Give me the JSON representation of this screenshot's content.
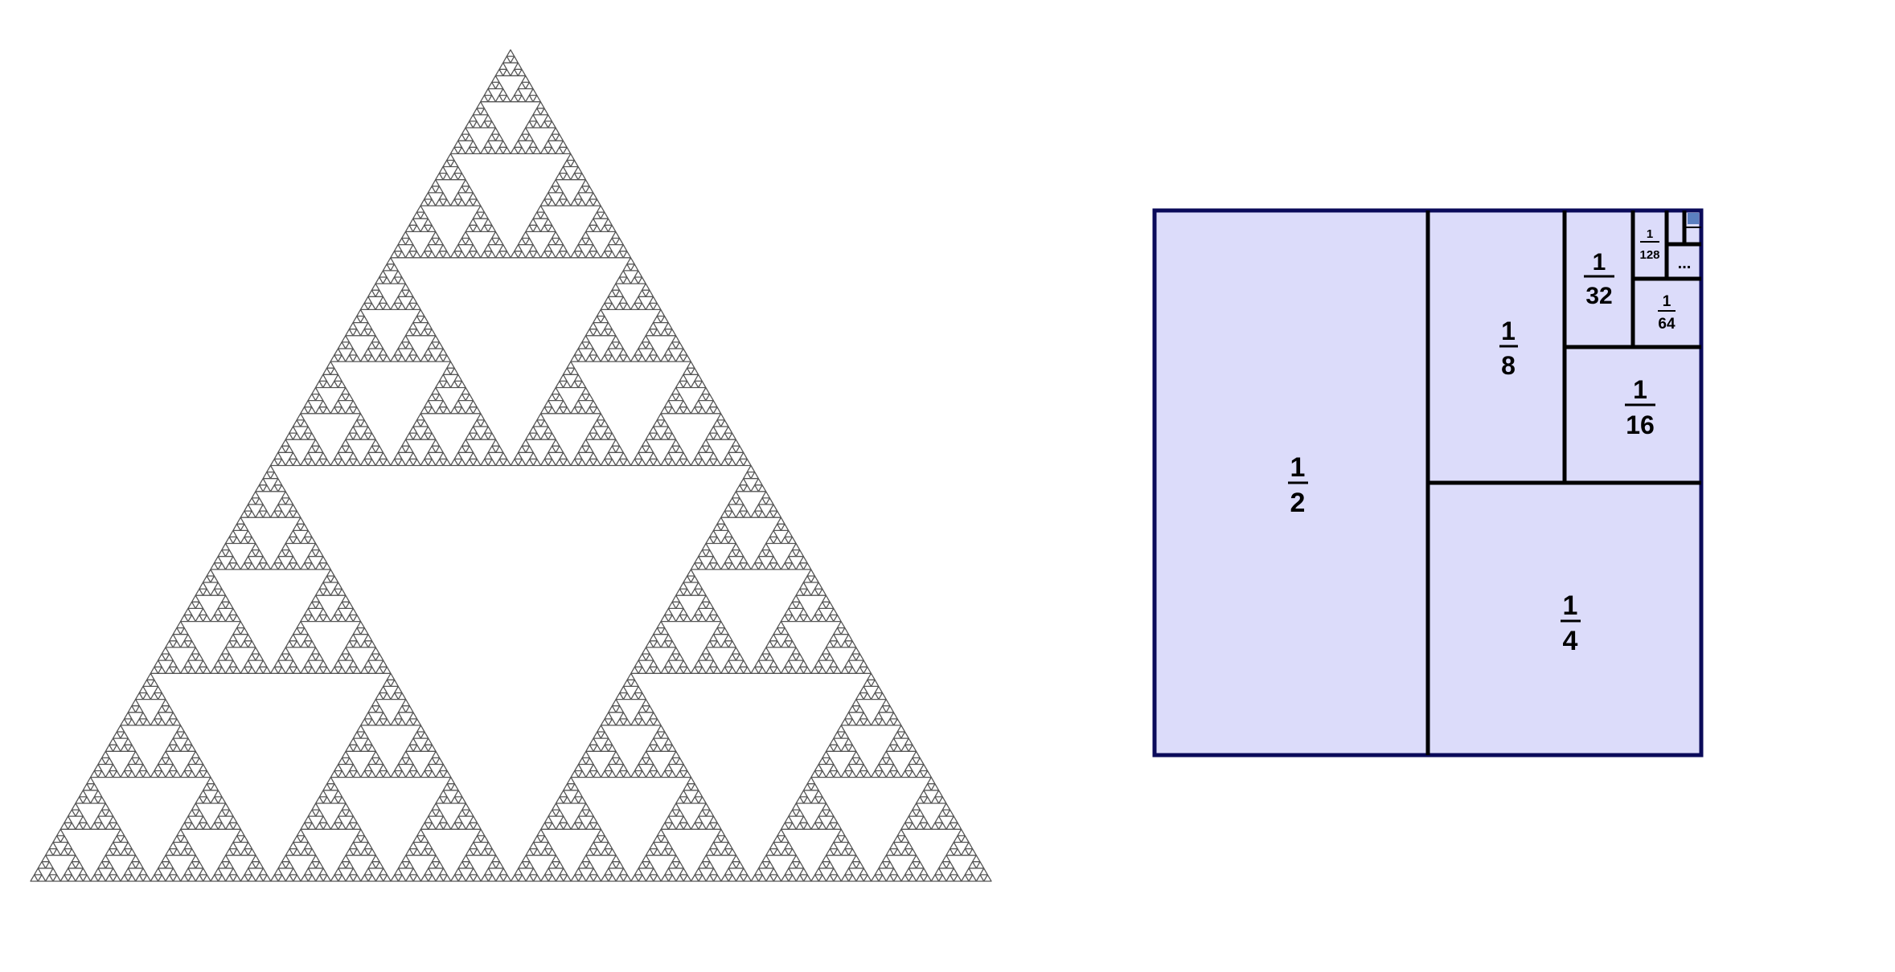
{
  "sierpinski": {
    "depth": 7,
    "fill": "#ffffff",
    "stroke": "#555555"
  },
  "geometric_square": {
    "fill": "#dcdcfa",
    "border": "#0a0a5a",
    "divider": "#000000",
    "smallest_fill": "#5b7fc0",
    "cells": [
      {
        "id": "half",
        "num": "1",
        "den": "2"
      },
      {
        "id": "quarter",
        "num": "1",
        "den": "4"
      },
      {
        "id": "eighth",
        "num": "1",
        "den": "8"
      },
      {
        "id": "sixteenth",
        "num": "1",
        "den": "16"
      },
      {
        "id": "thirty-second",
        "num": "1",
        "den": "32"
      },
      {
        "id": "sixty-fourth",
        "num": "1",
        "den": "64"
      },
      {
        "id": "one-twenty-eighth",
        "num": "1",
        "den": "128"
      }
    ],
    "ellipsis": "..."
  }
}
